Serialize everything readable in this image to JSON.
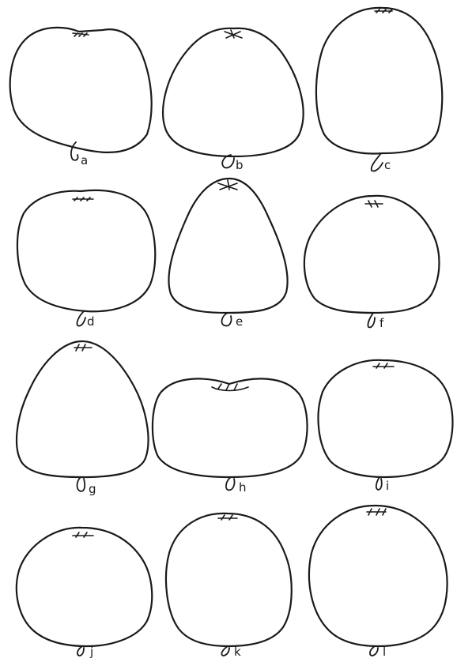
{
  "figure": {
    "ink_color": "#1a1a1a",
    "background": "#ffffff",
    "fruits": [
      {
        "id": "a",
        "label": "a"
      },
      {
        "id": "b",
        "label": "b"
      },
      {
        "id": "c",
        "label": "c"
      },
      {
        "id": "d",
        "label": "d"
      },
      {
        "id": "e",
        "label": "e"
      },
      {
        "id": "f",
        "label": "f"
      },
      {
        "id": "g",
        "label": "g"
      },
      {
        "id": "h",
        "label": "h"
      },
      {
        "id": "i",
        "label": "i"
      },
      {
        "id": "j",
        "label": "j"
      },
      {
        "id": "k",
        "label": "k"
      },
      {
        "id": "l",
        "label": "l"
      }
    ]
  }
}
